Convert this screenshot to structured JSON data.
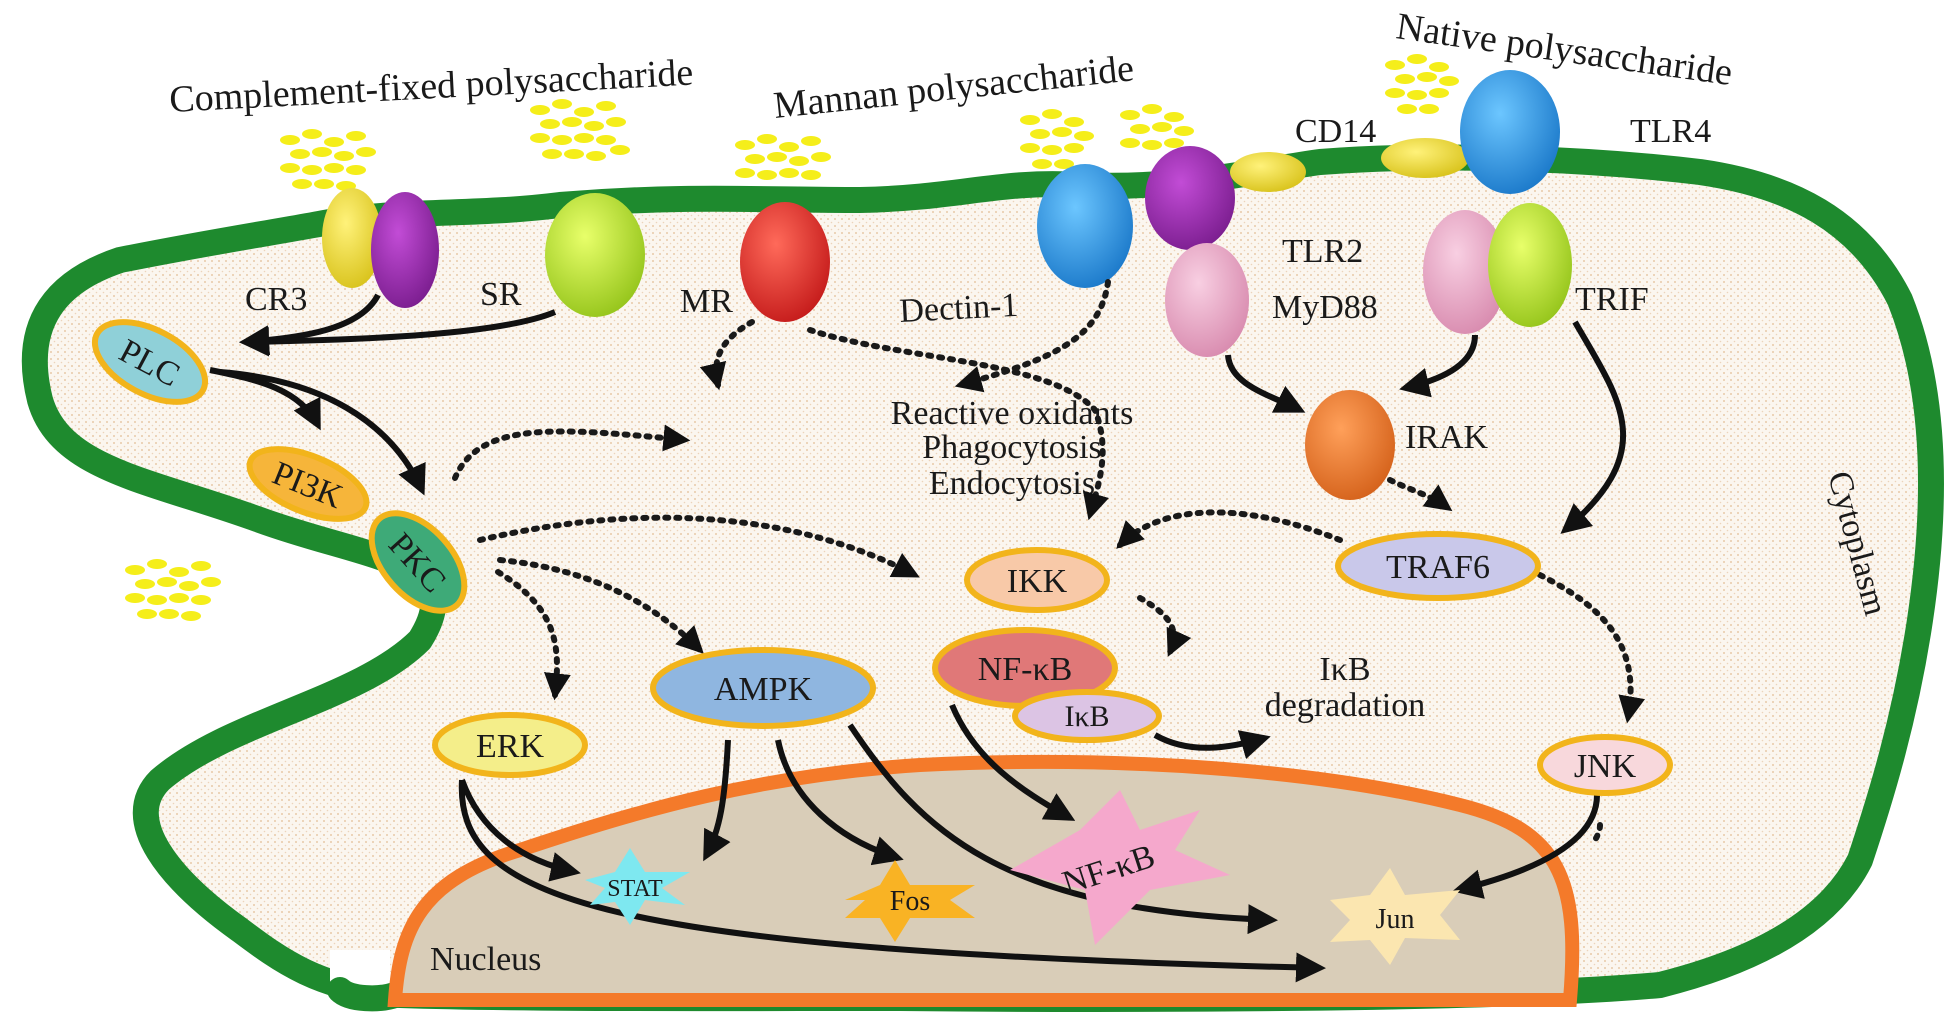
{
  "labels": {
    "complement_fixed": "Complement-fixed polysaccharide",
    "mannan": "Mannan polysaccharide",
    "native": "Native polysaccharide",
    "cd14": "CD14",
    "tlr4": "TLR4",
    "tlr2": "TLR2",
    "myd88": "MyD88",
    "trif": "TRIF",
    "cr3": "CR3",
    "sr": "SR",
    "mr": "MR",
    "dectin1": "Dectin-1",
    "responses": [
      "Reactive oxidants",
      "Phagocytosis",
      "Endocytosis"
    ],
    "irak": "IRAK",
    "cytoplasm": "Cytoplasm",
    "nucleus": "Nucleus",
    "ikb_degradation": [
      "IκB",
      "degradation"
    ]
  },
  "nodes": {
    "plc": "PLC",
    "pi3k": "PI3K",
    "pkc": "PKC",
    "ikk": "IKK",
    "traf6": "TRAF6",
    "nfkb": "NF-κB",
    "ikb": "IκB",
    "ampk": "AMPK",
    "erk": "ERK",
    "jnk": "JNK"
  },
  "nuclear_factors": {
    "stat": "STAT",
    "fos": "Fos",
    "nfkb": "NF-κB",
    "jun": "Jun"
  },
  "colors": {
    "membrane": "#1e8a2e",
    "nuclear_envelope": "#f47a2a",
    "nucleus_fill": "#d9cdb8",
    "polysaccharide": "#f5ee1a",
    "node_border": "#f2b41b"
  }
}
